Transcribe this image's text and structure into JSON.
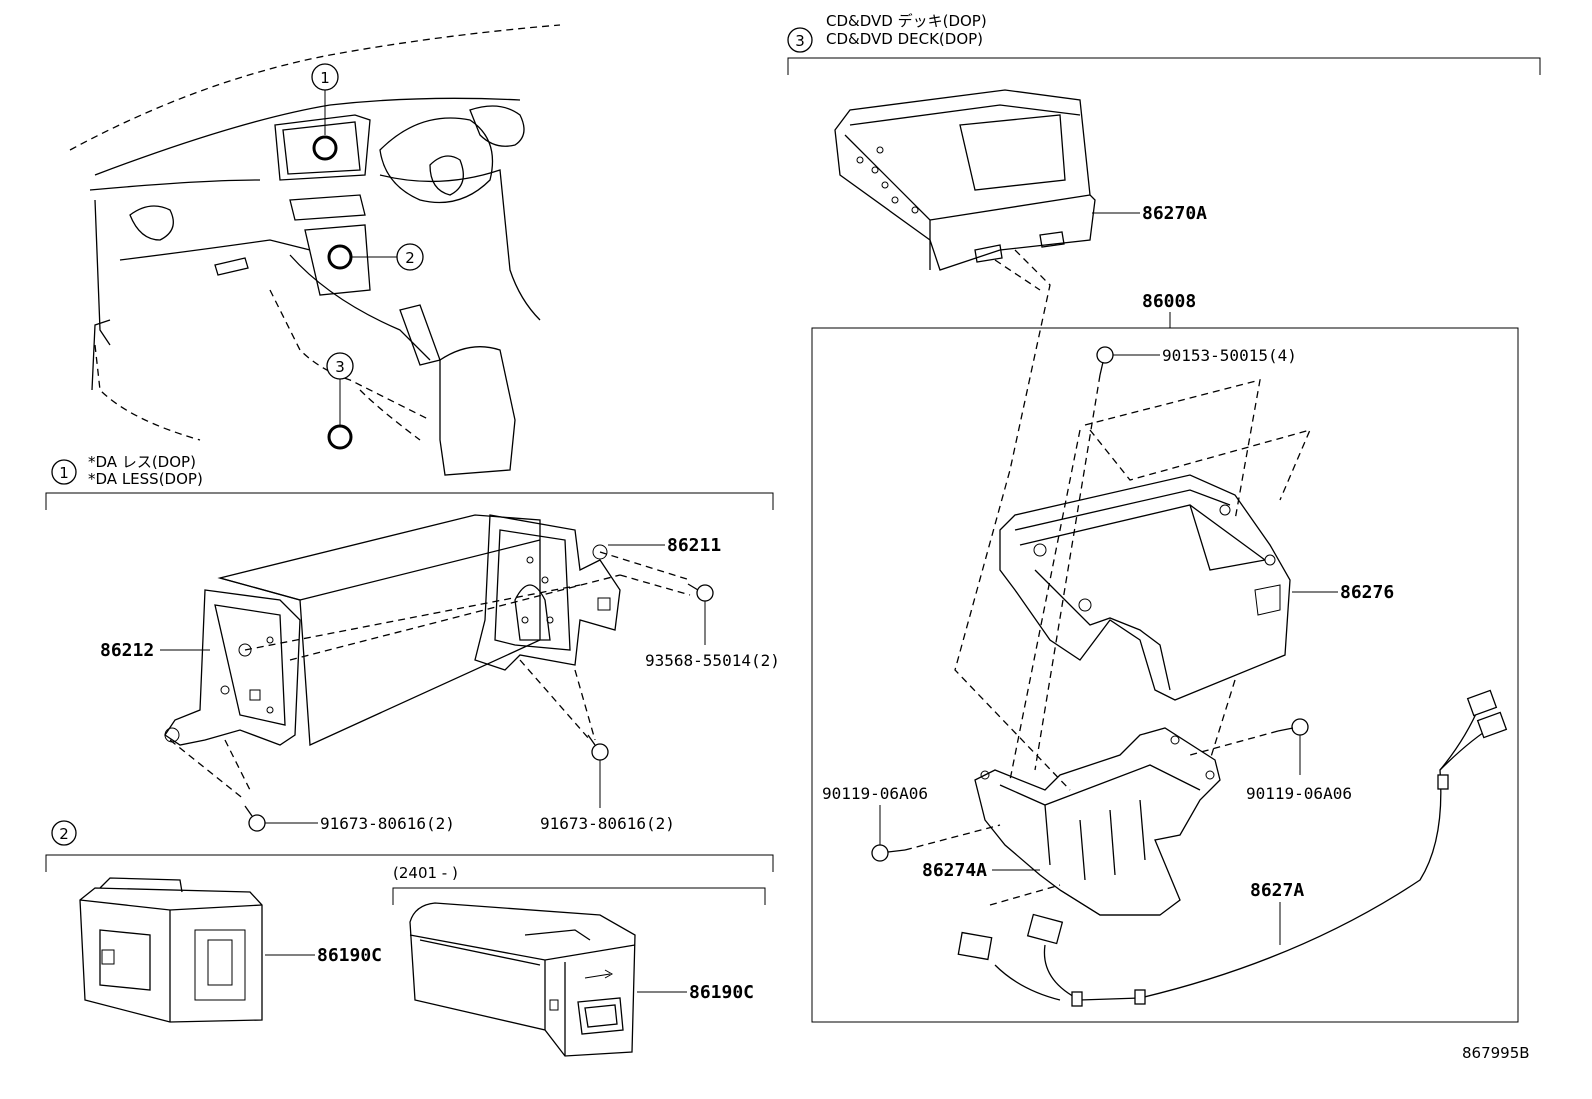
{
  "sections": {
    "s1": {
      "num": "1",
      "line1": "*DA レス(DOP)",
      "line2": "*DA LESS(DOP)"
    },
    "s2": {
      "num": "2",
      "date_range": "(2401 -      )"
    },
    "s3": {
      "num": "3",
      "line1": "CD&DVD デッキ(DOP)",
      "line2": "CD&DVD DECK(DOP)"
    }
  },
  "callouts": {
    "c1": "1",
    "c2": "2",
    "c3": "3"
  },
  "parts": {
    "p86211": "86211",
    "p86212": "86212",
    "p93568": "93568-55014(2)",
    "p91673a": "91673-80616(2)",
    "p91673b": "91673-80616(2)",
    "p86190c_a": "86190C",
    "p86190c_b": "86190C",
    "p86270a": "86270A",
    "p86008": "86008",
    "p90153": "90153-50015(4)",
    "p86276": "86276",
    "p90119a": "90119-06A06",
    "p90119b": "90119-06A06",
    "p86274a": "86274A",
    "p8627a": "8627A"
  },
  "diagram_id": "867995B"
}
